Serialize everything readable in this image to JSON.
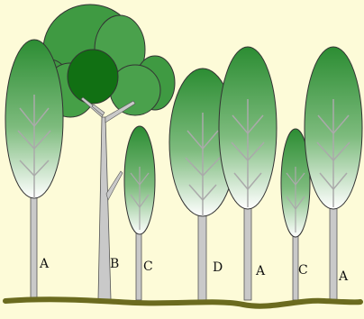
{
  "colors": {
    "background": "#fdfbd8",
    "crown_dark": "#2c8d33",
    "crown_light": "#ffffff",
    "trunk": "#c9c9c9",
    "ground": "#6b6b1f",
    "outline": "#333333"
  },
  "trees": [
    {
      "label": "A",
      "kind": "tall-columnar"
    },
    {
      "label": "B",
      "kind": "broad-canopy-emergent"
    },
    {
      "label": "C",
      "kind": "small-columnar"
    },
    {
      "label": "D",
      "kind": "tall-columnar"
    },
    {
      "label": "A",
      "kind": "tall-columnar"
    },
    {
      "label": "C",
      "kind": "small-columnar"
    },
    {
      "label": "A",
      "kind": "tall-columnar"
    }
  ]
}
